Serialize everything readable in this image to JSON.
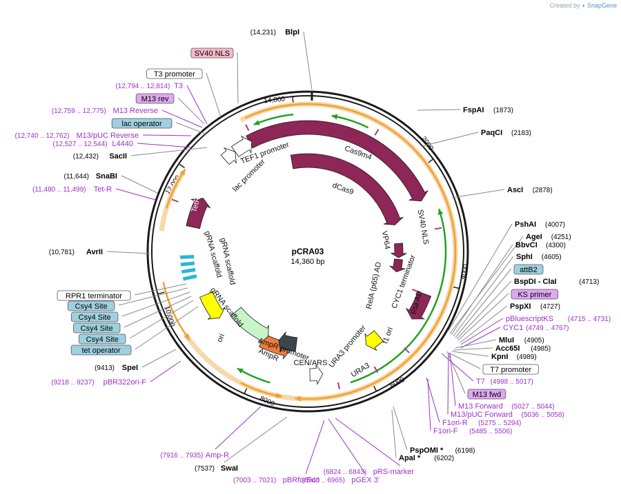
{
  "credit": {
    "prefix": "Created by",
    "brand": "SnapGene"
  },
  "plasmid": {
    "name": "pCRA03",
    "size_label": "14,360 bp"
  },
  "colors": {
    "feature_maroon": "#8e2657",
    "promoter_outline": "#ffffff",
    "ori_yellow": "#ffff00",
    "ampr_green": "#c8f5c8",
    "ura3_orange": "#ef7a3d",
    "primer_purple": "#9b30c9",
    "orf_orange": "#f0a030",
    "orf_green": "#22a222",
    "csy4_cyan": "#29b6d8",
    "cen_gray": "#3a4650"
  },
  "ticks": [
    {
      "pos": 14000,
      "label": "14,000"
    },
    {
      "pos": 2000,
      "label": "2000"
    },
    {
      "pos": 4000,
      "label": "4000"
    },
    {
      "pos": 6000,
      "label": "6000"
    },
    {
      "pos": 8000,
      "label": "8000"
    },
    {
      "pos": 10000,
      "label": "10,000"
    },
    {
      "pos": 12000,
      "label": "12,000"
    }
  ],
  "features": [
    {
      "name": "Cas9m4",
      "label": "Cas9m4"
    },
    {
      "name": "dCas9",
      "label": "dCas9"
    },
    {
      "name": "SV40 NLS",
      "label": "SV40 NLS"
    },
    {
      "name": "VP64",
      "label": "VP64"
    },
    {
      "name": "RelA (p65) AD",
      "label": "RelA (p65) AD"
    },
    {
      "name": "Rta AD",
      "label": "Rta AD"
    },
    {
      "name": "CYC1 terminator",
      "label": "CYC1 terminator"
    },
    {
      "name": "f1 ori",
      "label": "f1 ori"
    },
    {
      "name": "URA3 promoter",
      "label": "URA3 promoter"
    },
    {
      "name": "URA3",
      "label": "URA3"
    },
    {
      "name": "CEN/ARS",
      "label": "CEN/ARS"
    },
    {
      "name": "AmpR promoter",
      "label": "AmpR promoter"
    },
    {
      "name": "AmpR",
      "label": "AmpR"
    },
    {
      "name": "ori",
      "label": "ori"
    },
    {
      "name": "gRNA scaffold 1",
      "label": "gRNA scaffold"
    },
    {
      "name": "gRNA scaffold 2",
      "label": "gRNA scaffold"
    },
    {
      "name": "gRNA scaffold 3",
      "label": "gRNA scaffold"
    },
    {
      "name": "TetR",
      "label": "TetR"
    },
    {
      "name": "TEF1 promoter",
      "label": "TEF1 promoter"
    },
    {
      "name": "lac promoter",
      "label": "lac promoter"
    }
  ],
  "left_labels": [
    {
      "pos": "(14,231)",
      "name": "BlpI",
      "style": "bold"
    },
    {
      "pos": "",
      "name": "SV40 NLS",
      "style": "pinkbox"
    },
    {
      "pos": "",
      "name": "T3 promoter",
      "style": "whitebox"
    },
    {
      "pos": "(12,794 .. 12,814)",
      "name": "T3",
      "style": "purple"
    },
    {
      "pos": "",
      "name": "M13 rev",
      "style": "purplebox"
    },
    {
      "pos": "(12,759 .. 12,775)",
      "name": "M13 Reverse",
      "style": "purple"
    },
    {
      "pos": "",
      "name": "lac operator",
      "style": "bluebox"
    },
    {
      "pos": "(12,740 .. 12,762)",
      "name": "M13/pUC Reverse",
      "style": "purple"
    },
    {
      "pos": "(12,527 .. 12,544)",
      "name": "L4440",
      "style": "purple"
    },
    {
      "pos": "(12,432)",
      "name": "SacII",
      "style": "bold"
    },
    {
      "pos": "(11,644)",
      "name": "SnaBI",
      "style": "bold"
    },
    {
      "pos": "(11,480 .. 11,499)",
      "name": "Tet-R",
      "style": "purple"
    },
    {
      "pos": "(10,781)",
      "name": "AvrII",
      "style": "bold"
    },
    {
      "pos": "",
      "name": "RPR1 terminator",
      "style": "whitebox"
    },
    {
      "pos": "",
      "name": "Csy4 Site",
      "style": "bluebox"
    },
    {
      "pos": "",
      "name": "Csy4 Site",
      "style": "bluebox"
    },
    {
      "pos": "",
      "name": "Csy4 Site",
      "style": "bluebox"
    },
    {
      "pos": "",
      "name": "Csy4 Site",
      "style": "bluebox"
    },
    {
      "pos": "",
      "name": "tet operator",
      "style": "bluebox"
    },
    {
      "pos": "(9413)",
      "name": "SpeI",
      "style": "bold"
    },
    {
      "pos": "(9218 .. 9237)",
      "name": "pBR322ori-F",
      "style": "purple"
    },
    {
      "pos": "(7916 .. 7935)",
      "name": "Amp-R",
      "style": "purple"
    },
    {
      "pos": "(7537)",
      "name": "SwaI",
      "style": "bold"
    },
    {
      "pos": "(7003 .. 7021)",
      "name": "pBRforEco",
      "style": "purple"
    },
    {
      "pos": "(6943 .. 6965)",
      "name": "pGEX 3'",
      "style": "purple"
    },
    {
      "pos": "(6824 .. 6843)",
      "name": "pRS-marker",
      "style": "purple"
    }
  ],
  "right_labels": [
    {
      "pos": "(1873)",
      "name": "FspAI",
      "style": "bold"
    },
    {
      "pos": "(2183)",
      "name": "PaqCI",
      "style": "bold"
    },
    {
      "pos": "(2878)",
      "name": "AscI",
      "style": "bold"
    },
    {
      "pos": "(4007)",
      "name": "PshAI",
      "style": "bold"
    },
    {
      "pos": "(4251)",
      "name": "AgeI",
      "style": "bold"
    },
    {
      "pos": "(4300)",
      "name": "BbvCI",
      "style": "bold"
    },
    {
      "pos": "(4605)",
      "name": "SphI",
      "style": "bold"
    },
    {
      "pos": "",
      "name": "attB2",
      "style": "bluebox"
    },
    {
      "pos": "(4713)",
      "name": "BspDI - ClaI",
      "style": "bold"
    },
    {
      "pos": "",
      "name": "KS primer",
      "style": "purplebox"
    },
    {
      "pos": "(4727)",
      "name": "PspXI",
      "style": "bold"
    },
    {
      "pos": "(4715 .. 4731)",
      "name": "pBluescriptKS",
      "style": "purple"
    },
    {
      "pos": "(4749 .. 4767)",
      "name": "CYC1",
      "style": "purple"
    },
    {
      "pos": "(4905)",
      "name": "MluI",
      "style": "bold"
    },
    {
      "pos": "(4985)",
      "name": "Acc65I",
      "style": "bold"
    },
    {
      "pos": "(4989)",
      "name": "KpnI",
      "style": "bold"
    },
    {
      "pos": "",
      "name": "T7 promoter",
      "style": "whitebox"
    },
    {
      "pos": "(4998 .. 5017)",
      "name": "T7",
      "style": "purple"
    },
    {
      "pos": "",
      "name": "M13 fwd",
      "style": "purplebox"
    },
    {
      "pos": "(5027 .. 5044)",
      "name": "M13 Forward",
      "style": "purple"
    },
    {
      "pos": "(5036 .. 5058)",
      "name": "M13/pUC Forward",
      "style": "purple"
    },
    {
      "pos": "(5275 .. 5294)",
      "name": "F1ori-R",
      "style": "purple"
    },
    {
      "pos": "(5485 .. 5506)",
      "name": "F1ori-F",
      "style": "purple"
    },
    {
      "pos": "(6198)",
      "name": "PspOMI *",
      "style": "bold"
    },
    {
      "pos": "(6202)",
      "name": "ApaI *",
      "style": "bold"
    }
  ]
}
